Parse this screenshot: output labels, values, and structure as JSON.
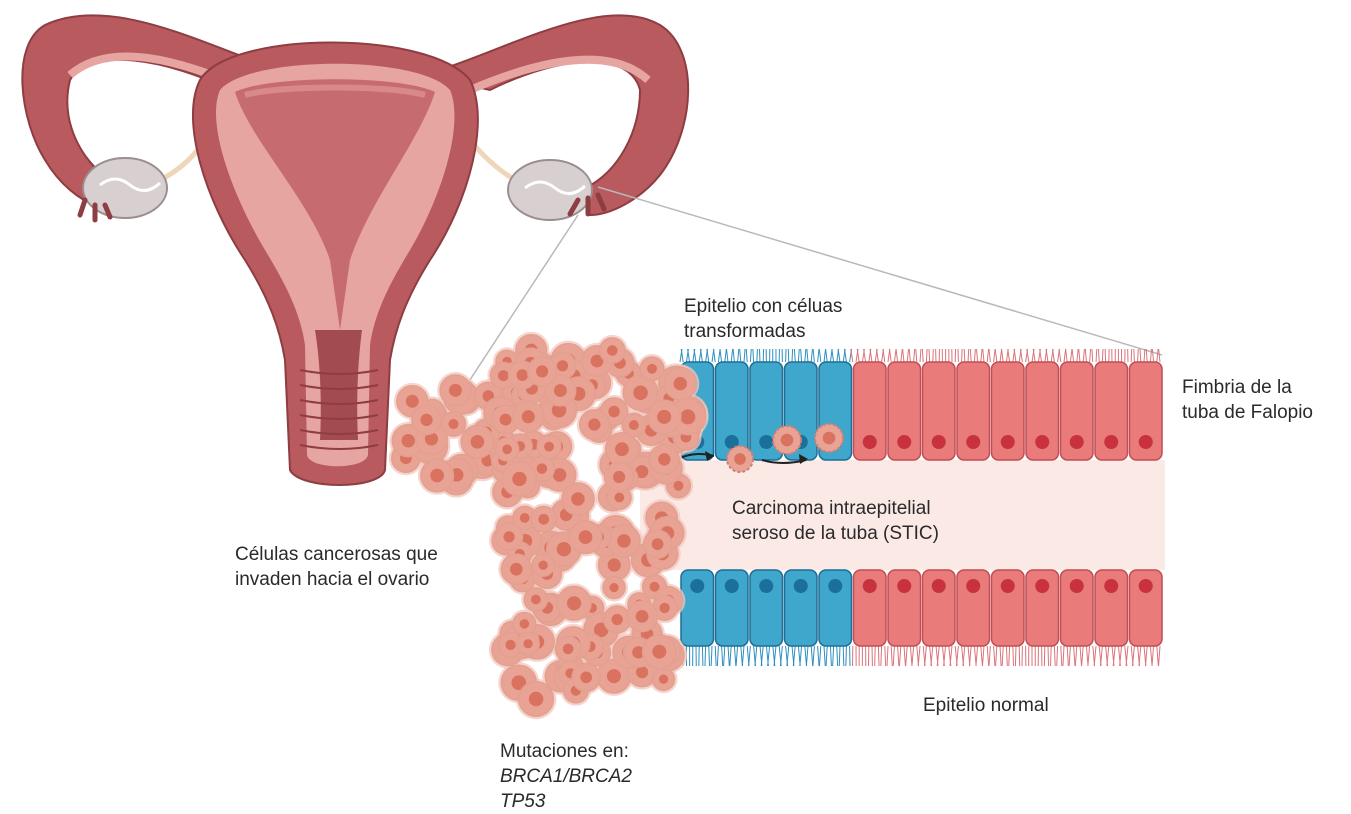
{
  "labels": {
    "epitelio_transformado": [
      "Epitelio con céluas",
      "transformadas"
    ],
    "fimbria": [
      "Fimbria de la",
      "tuba de Falopio"
    ],
    "stic": [
      "Carcinoma intraepitelial",
      "seroso de la tuba (STIC)"
    ],
    "celulas_cancerosas": [
      "Células cancerosas que",
      "invaden hacia el ovario"
    ],
    "epitelio_normal": "Epitelio normal",
    "mutaciones": {
      "heading": "Mutaciones en:",
      "genes": [
        "BRCA1/BRCA2",
        "TP53"
      ]
    }
  },
  "colors": {
    "uterus_outer": "#b85a5e",
    "uterus_inner": "#e7a5a2",
    "ovary": "#d8d0d0",
    "normal_cell": "#ea7b7b",
    "normal_nucleus": "#c8323c",
    "transformed_cell": "#3fa6cc",
    "transformed_nucleus": "#1a6f9b",
    "tumor_cell": "#e9a395",
    "lumen": "#fbe9e6"
  }
}
